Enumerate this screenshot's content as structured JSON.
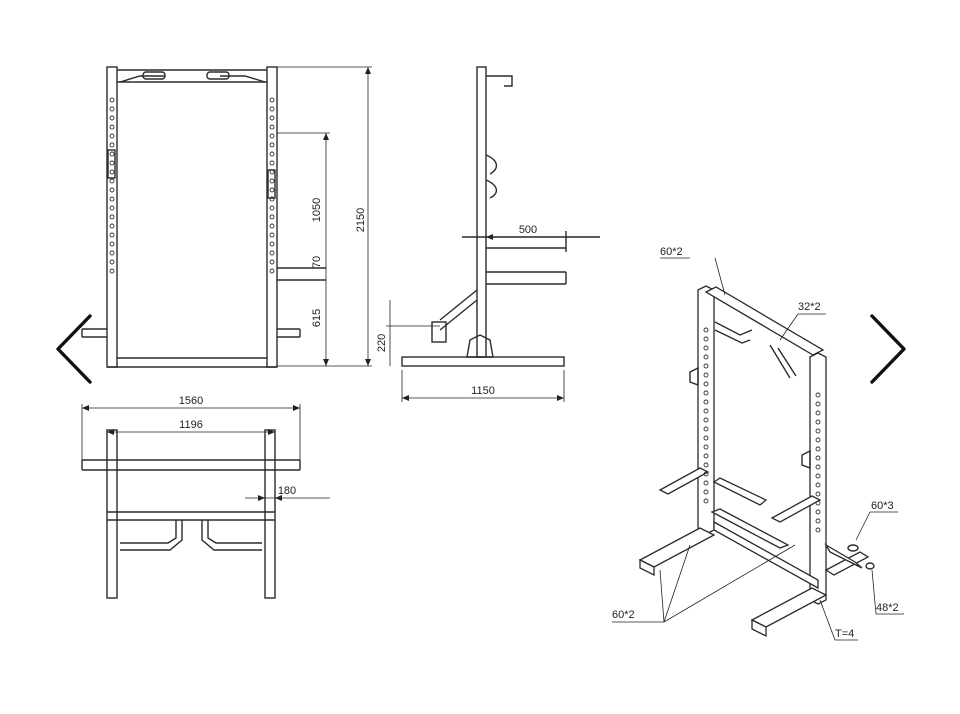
{
  "nav": {
    "prev_icon": "chevron-left-icon",
    "next_icon": "chevron-right-icon"
  },
  "front_view": {
    "dim_height_total": "2150",
    "dim_1050": "1050",
    "dim_70": "70",
    "dim_615": "615"
  },
  "side_view": {
    "dim_500": "500",
    "dim_220": "220",
    "dim_1150": "1150"
  },
  "top_view": {
    "dim_1560": "1560",
    "dim_1196": "1196",
    "dim_180": "180"
  },
  "iso_view": {
    "label_top_tube": "60*2",
    "label_pullup": "32*2",
    "label_base_post": "60*3",
    "label_foot": "48*2",
    "label_base_tubes": "60*2",
    "label_plate": "T=4"
  }
}
